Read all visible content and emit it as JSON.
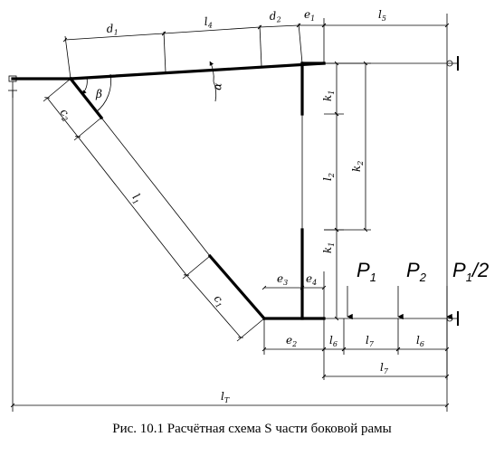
{
  "figure": {
    "caption": "Рис. 10.1  Расчётная схема S части боковой рамы",
    "labels": {
      "d1": {
        "main": "d",
        "sub": "1"
      },
      "l4": {
        "main": "l",
        "sub": "4"
      },
      "d2": {
        "main": "d",
        "sub": "2"
      },
      "e1": {
        "main": "e",
        "sub": "1"
      },
      "l5": {
        "main": "l",
        "sub": "5"
      },
      "beta": {
        "main": "β",
        "sub": ""
      },
      "alpha": {
        "main": "α",
        "sub": ""
      },
      "c2": {
        "main": "c",
        "sub": "2"
      },
      "k1_top": {
        "main": "k",
        "sub": "1"
      },
      "k2": {
        "main": "k",
        "sub": "2"
      },
      "l2": {
        "main": "l",
        "sub": "2"
      },
      "l1": {
        "main": "l",
        "sub": "1"
      },
      "k1_bottom": {
        "main": "k",
        "sub": "1"
      },
      "c1": {
        "main": "c",
        "sub": "1"
      },
      "e3": {
        "main": "e",
        "sub": "3"
      },
      "e4": {
        "main": "e",
        "sub": "4"
      },
      "e2": {
        "main": "e",
        "sub": "2"
      },
      "l6_left": {
        "main": "l",
        "sub": "6"
      },
      "l7_mid": {
        "main": "l",
        "sub": "7"
      },
      "l6_right": {
        "main": "l",
        "sub": "6"
      },
      "l7_lower": {
        "main": "l",
        "sub": "7"
      },
      "lT": {
        "main": "l",
        "sub": "T"
      }
    },
    "loads": {
      "p1": {
        "main": "P",
        "sub": "1",
        "suffix": ""
      },
      "p2": {
        "main": "P",
        "sub": "2",
        "suffix": ""
      },
      "p3": {
        "main": "P",
        "sub": "1",
        "suffix": "/2"
      }
    }
  }
}
